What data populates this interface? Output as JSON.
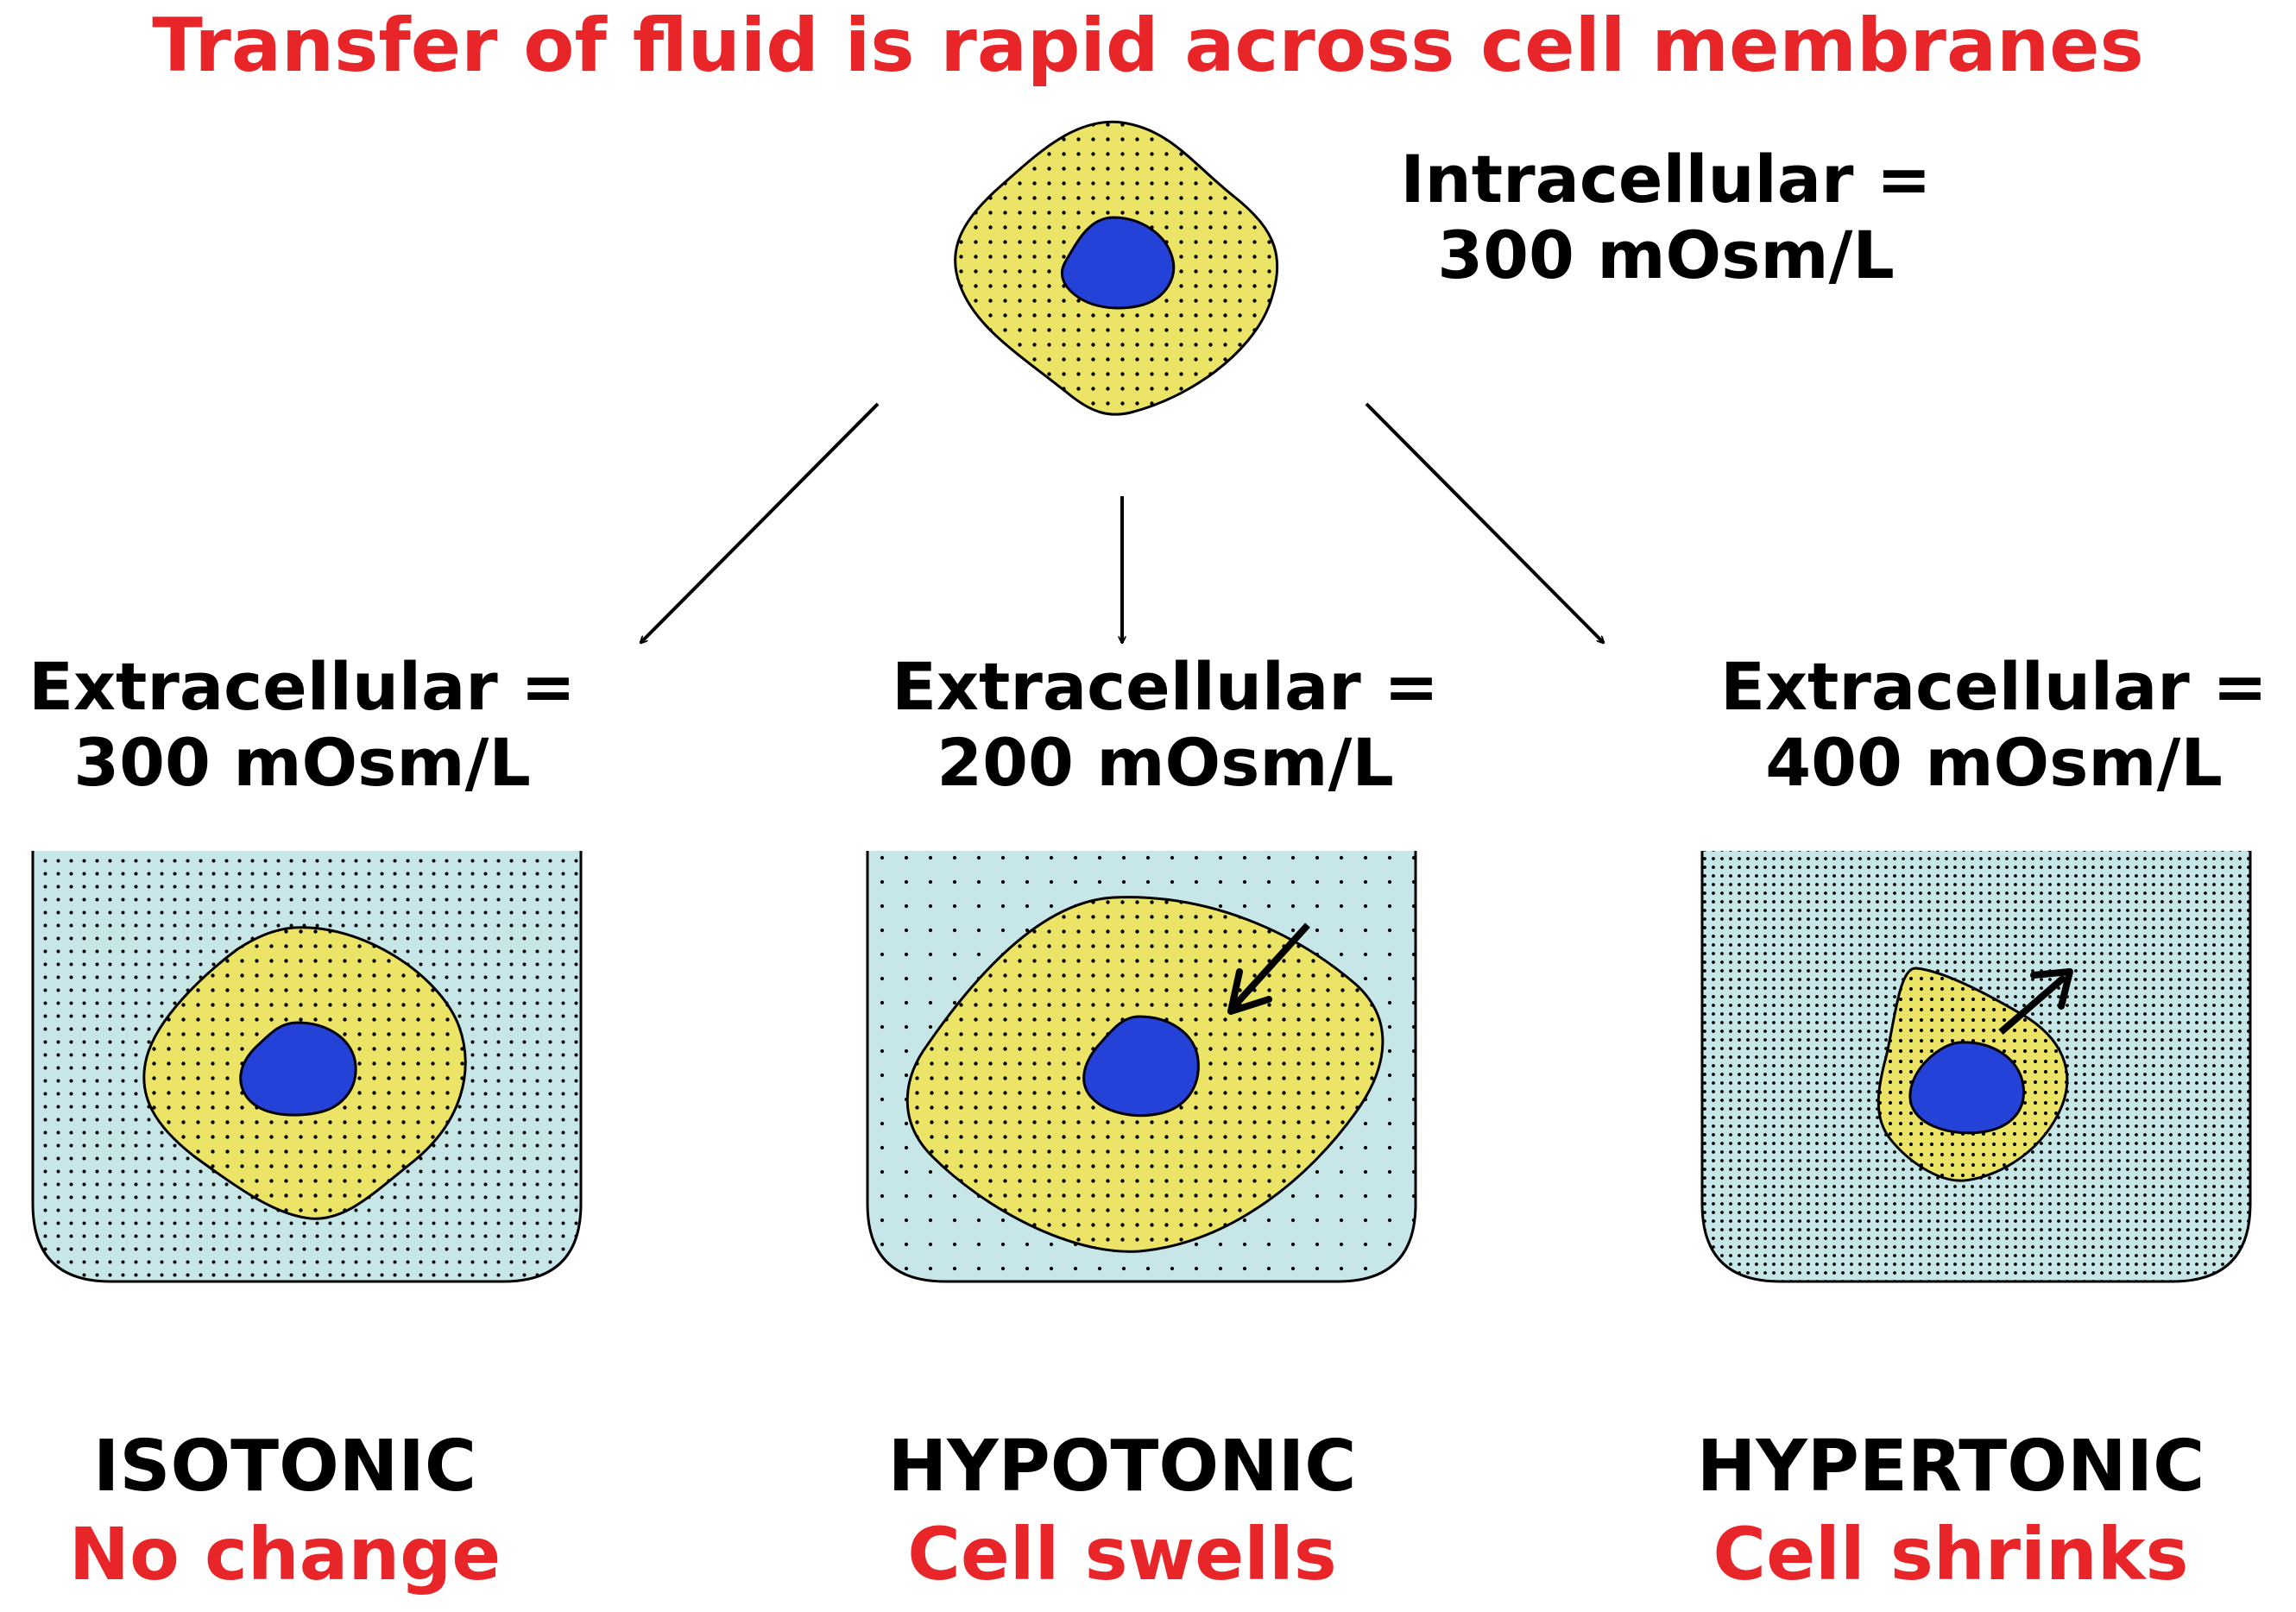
{
  "title": "Transfer of fluid is rapid across cell membranes",
  "colors": {
    "title_red": "#e8262a",
    "cytoplasm_yellow": "#ece467",
    "nucleus_blue": "#2442d8",
    "extracellular_fluid": "#c7e6e8",
    "text_black": "#000000"
  },
  "intracellular": {
    "line1": "Intracellular =",
    "line2": "300 mOsm/L"
  },
  "panels": [
    {
      "extracellular_line1": "Extracellular =",
      "extracellular_line2": "300 mOsm/L",
      "tonicity": "ISOTONIC",
      "effect": "No change"
    },
    {
      "extracellular_line1": "Extracellular =",
      "extracellular_line2": "200 mOsm/L",
      "tonicity": "HYPOTONIC",
      "effect": "Cell swells"
    },
    {
      "extracellular_line1": "Extracellular =",
      "extracellular_line2": "400 mOsm/L",
      "tonicity": "HYPERTONIC",
      "effect": "Cell shrinks"
    }
  ]
}
